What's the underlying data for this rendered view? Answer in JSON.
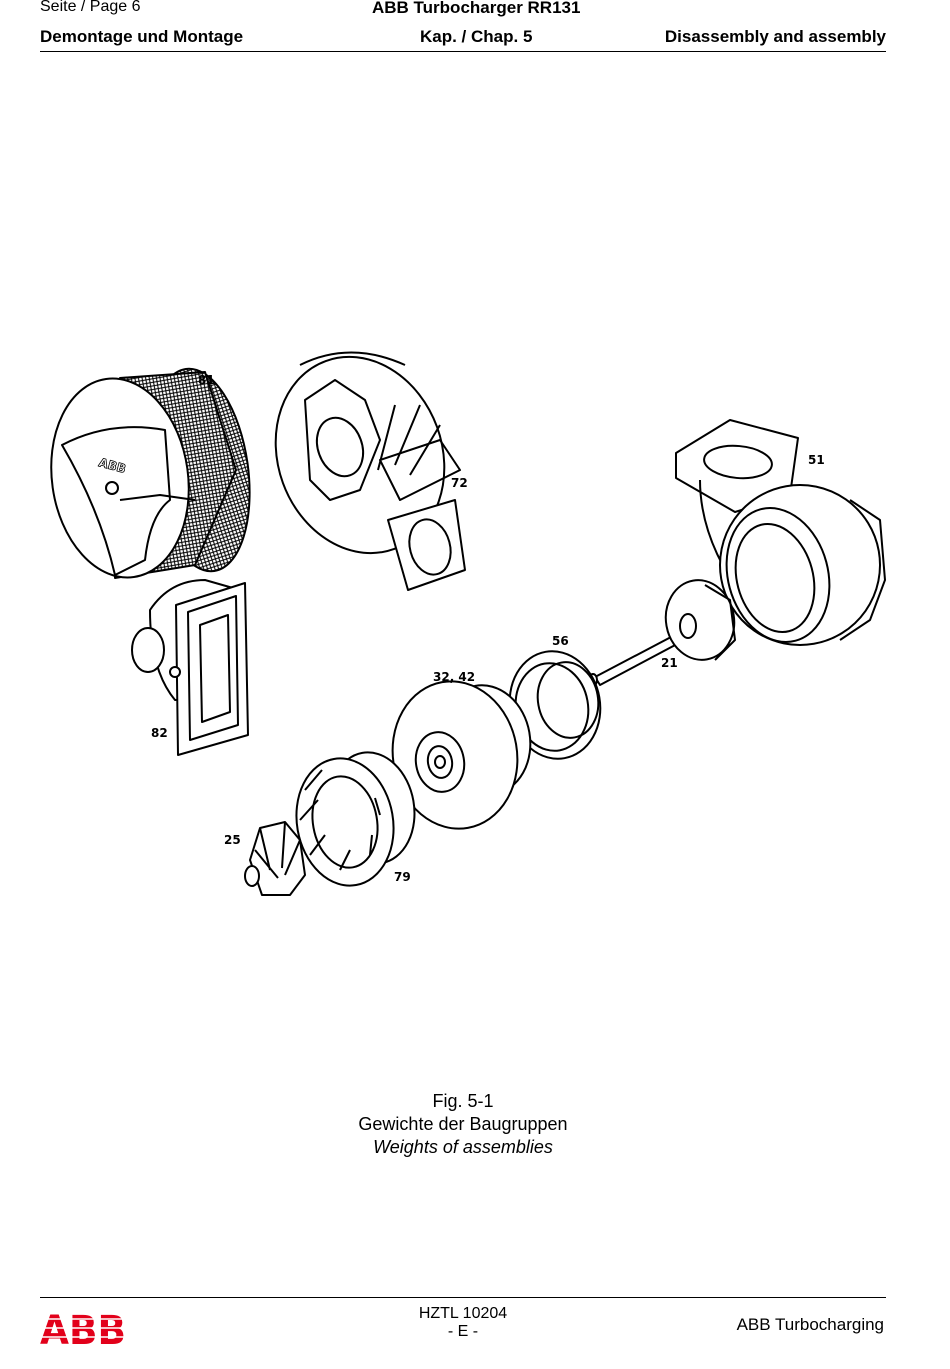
{
  "header": {
    "page_label": "Seite / Page  6",
    "doc_title": "ABB Turbocharger RR131",
    "section_de": "Demontage und Montage",
    "chapter": "Kap. / Chap. 5",
    "section_en": "Disassembly and assembly"
  },
  "figure": {
    "callouts": {
      "c81": "81",
      "c72": "72",
      "c51": "51",
      "c56": "56",
      "c21": "21",
      "c3242": "32, 42",
      "c82": "82",
      "c25": "25",
      "c79": "79"
    },
    "filter_logo": "ABB",
    "caption_number": "Fig. 5-1",
    "caption_de": "Gewichte der Baugruppen",
    "caption_en": "Weights of assemblies"
  },
  "footer": {
    "logo": "ABB",
    "doc_number": "HZTL 10204",
    "edition": "- E -",
    "company": "ABB Turbocharging",
    "logo_color": "#e2001a"
  }
}
